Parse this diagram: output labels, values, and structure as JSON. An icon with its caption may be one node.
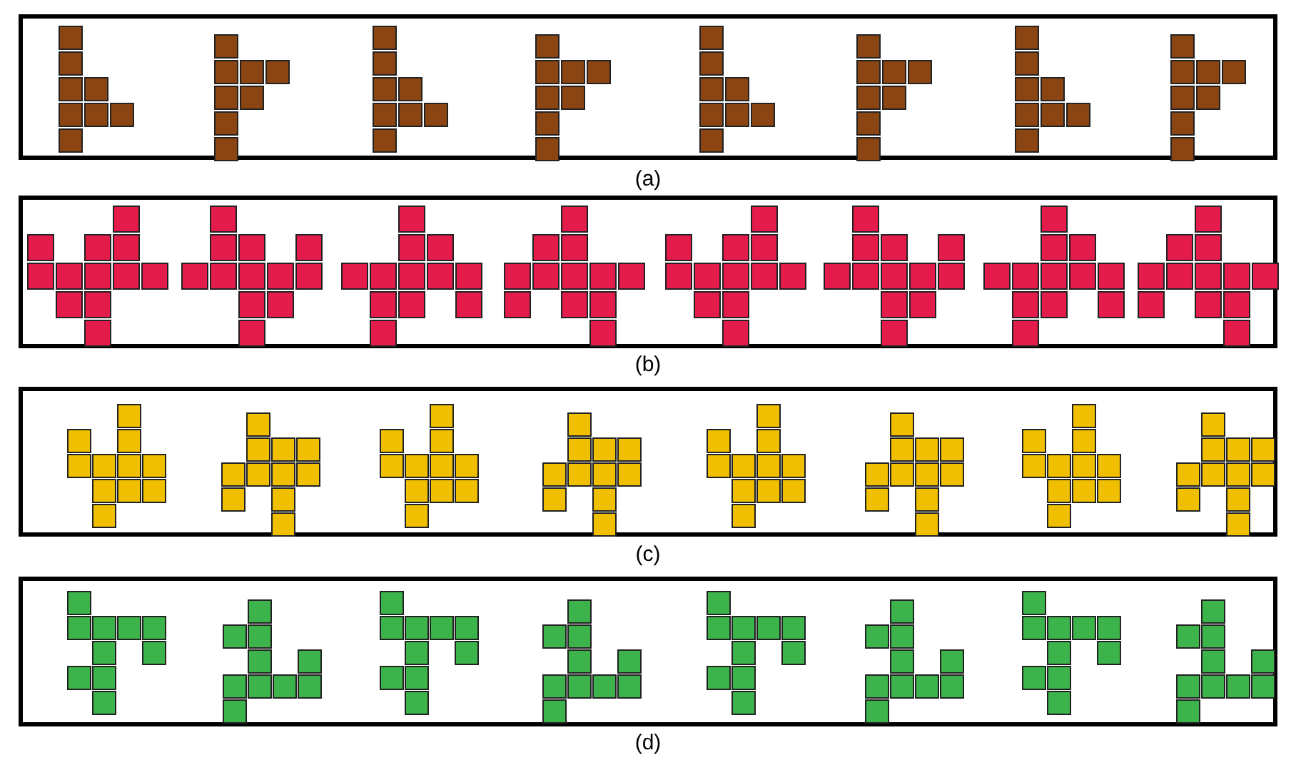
{
  "diagram": {
    "nodes": [
      {
        "text": [],
        "shape": "box",
        "beside": [
          "(a)"
        ]
      },
      {
        "text": [],
        "shape": "box",
        "beside": [
          "(b)"
        ]
      },
      {
        "text": [],
        "shape": "box",
        "beside": [
          "(c)"
        ]
      },
      {
        "text": [],
        "shape": "box",
        "beside": [
          "(d)"
        ]
      }
    ]
  }
}
